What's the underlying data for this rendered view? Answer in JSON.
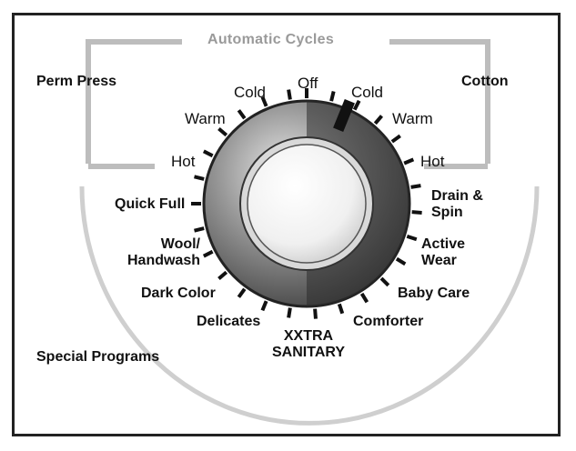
{
  "header": {
    "title": "Automatic Cycles"
  },
  "groups": {
    "left": "Perm Press",
    "right": "Cotton",
    "bottom": "Special Programs"
  },
  "temperatures": {
    "off": "Off",
    "left": {
      "cold": "Cold",
      "warm": "Warm",
      "hot": "Hot"
    },
    "right": {
      "cold": "Cold",
      "warm": "Warm",
      "hot": "Hot"
    }
  },
  "programs_left": {
    "quick_full": "Quick Full",
    "wool_handwash_line1": "Wool/",
    "wool_handwash_line2": "Handwash",
    "dark_color": "Dark Color",
    "delicates": "Delicates"
  },
  "programs_right": {
    "drain_spin_line1": "Drain &",
    "drain_spin_line2": "Spin",
    "active_wear_line1": "Active",
    "active_wear_line2": "Wear",
    "baby_care": "Baby Care",
    "comforter": "Comforter"
  },
  "program_bottom": {
    "line1": "XXTRA",
    "line2": "SANITARY"
  },
  "colors": {
    "frame": "#222222",
    "bracket": "#bdbdbd",
    "ticks": "#111111",
    "muted_text": "#9a9a9a"
  }
}
